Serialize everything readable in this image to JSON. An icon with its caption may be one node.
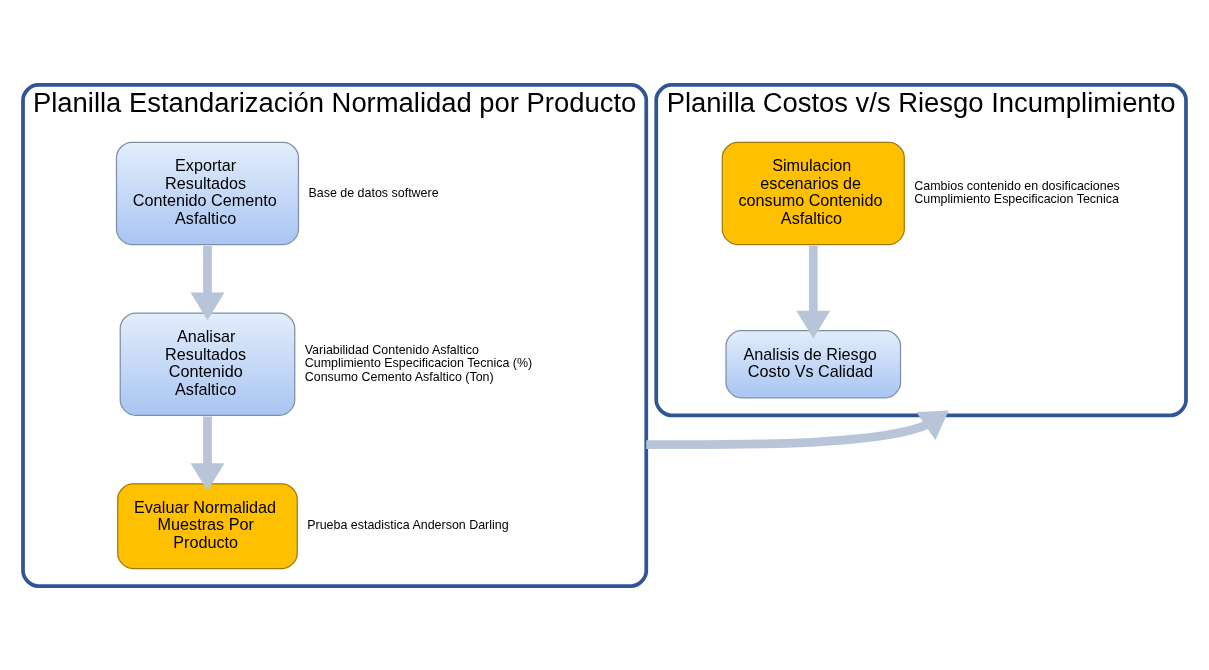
{
  "diagram": {
    "nodes": [
      {
        "text": [
          "Planilla Estandarización Normalidad por Producto"
        ]
      },
      {
        "text": [
          "Exportar Resultados Contenido Cemento Asfaltico"
        ],
        "in": 0,
        "beside": [
          "Base de datos softwere"
        ]
      },
      {
        "text": [
          "Analisar Resultados Contenido Asfaltico"
        ],
        "in": 0,
        "beside": [
          "Variabilidad Contenido Asfaltico",
          "Cumplimiento Especificacion Tecnica (%)",
          "Consumo Cemento Asfaltico (Ton)"
        ]
      },
      {
        "text": [
          "Evaluar Normalidad Muestras Por Producto"
        ],
        "in": 0,
        "beside": [
          "Prueba estadistica Anderson Darling"
        ]
      },
      {
        "text": [
          "Planilla Costos v/s Riesgo Incumplimiento"
        ]
      },
      {
        "text": [
          "Simulacion escenarios de consumo Contenido Asfaltico"
        ],
        "in": 4,
        "beside": [
          "Cambios contenido en dosificaciones",
          "Cumplimiento Especificacion Tecnica"
        ]
      },
      {
        "text": [
          "Analisis de Riesgo Costo Vs Calidad"
        ],
        "in": 4
      }
    ],
    "edges": [
      {
        "from": 1,
        "to": 2,
        "arrow": "to"
      },
      {
        "from": 2,
        "to": 3,
        "arrow": "to"
      },
      {
        "from": 0,
        "to": 4,
        "arrow": "to"
      },
      {
        "from": 5,
        "to": 6,
        "arrow": "to"
      }
    ]
  }
}
